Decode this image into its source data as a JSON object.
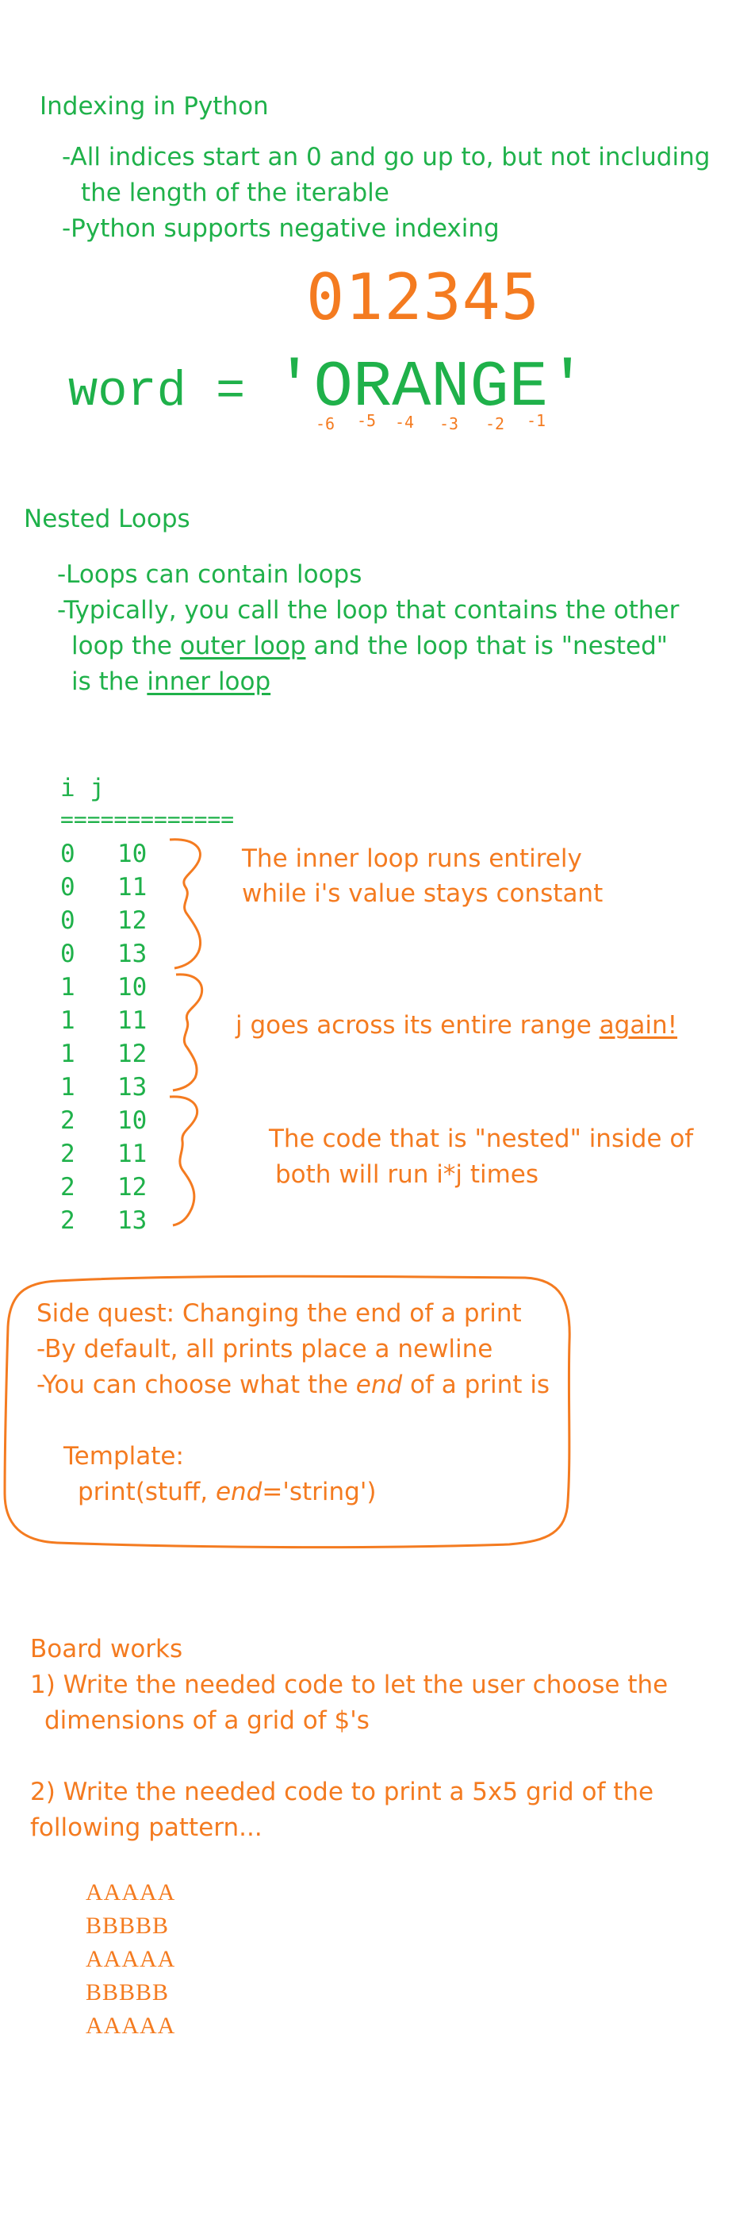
{
  "indexing": {
    "title": "Indexing in Python",
    "bullet1_line1": "-All indices start an 0 and go up to, but not including",
    "bullet1_line2": "the length of the iterable",
    "bullet2": "-Python supports negative indexing",
    "index_digits": "012345",
    "word_code": "word = ",
    "word_value": "'ORANGE'",
    "neg_indices": [
      "-6",
      "-5",
      "-4",
      "-3",
      "-2",
      "-1"
    ]
  },
  "nested": {
    "title": "Nested Loops",
    "line1": "-Loops can contain loops",
    "line2": "-Typically, you call the loop that contains the other",
    "line3_pre": "loop the ",
    "line3_outer": "outer loop",
    "line3_post": " and the loop that is \"nested\"",
    "line4_pre": "is the ",
    "line4_inner": "inner loop"
  },
  "table": {
    "header": "i  j",
    "separator": "=============",
    "rows": [
      [
        "0",
        "10"
      ],
      [
        "0",
        "11"
      ],
      [
        "0",
        "12"
      ],
      [
        "0",
        "13"
      ],
      [
        "1",
        "10"
      ],
      [
        "1",
        "11"
      ],
      [
        "1",
        "12"
      ],
      [
        "1",
        "13"
      ],
      [
        "2",
        "10"
      ],
      [
        "2",
        "11"
      ],
      [
        "2",
        "12"
      ],
      [
        "2",
        "13"
      ]
    ]
  },
  "annotations": {
    "a1_line1": "The inner loop runs entirely",
    "a1_line2": "while i's value stays constant",
    "a2_pre": "j goes across its entire range ",
    "a2_underlined": "again!",
    "a3_line1": "The code that is \"nested\" inside of",
    "a3_line2": "both will run i*j times"
  },
  "side_quest": {
    "title": "Side quest: Changing the end of a print",
    "line1": "-By default, all prints place a newline",
    "line2_pre": "-You can choose what the ",
    "line2_em": "end",
    "line2_post": " of a print is",
    "template_label": "Template:",
    "template_pre": "print(stuff, ",
    "template_em": "end",
    "template_post": "='string')"
  },
  "board": {
    "title": "Board works",
    "q1_line1": "1) Write the needed code to let the user choose the",
    "q1_line2": "dimensions of a grid of $'s",
    "q2_line1": "2) Write the needed code to print a 5x5 grid of the",
    "q2_line2": "following pattern...",
    "pattern": [
      "AAAAA",
      "BBBBB",
      "AAAAA",
      "BBBBB",
      "AAAAA"
    ]
  },
  "colors": {
    "green": "#1fb14a",
    "orange": "#f47b20"
  }
}
